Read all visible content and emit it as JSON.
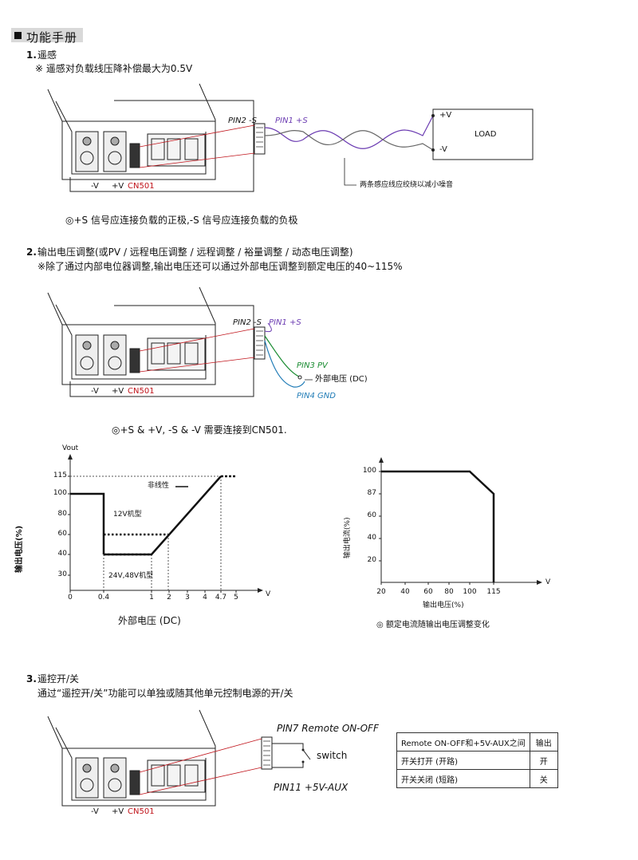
{
  "header": {
    "title": "功能手册"
  },
  "section1": {
    "title": "遥感",
    "number": "1.",
    "note": "※ 遥感对负载线压降补偿最大为0.5V",
    "pin2": "PIN2 -S",
    "pin1": "PIN1 +S",
    "load": "LOAD",
    "plus_v": "+V",
    "minus_v": "-V",
    "term_minus": "-V",
    "term_plus": "+V",
    "connector": "CN501",
    "twist_note": "两条感应线应绞绕以减小噪音",
    "footnote": "◎+S 信号应连接负载的正极,-S 信号应连接负载的负极"
  },
  "section2": {
    "number": "2.",
    "title": "输出电压调整(或PV / 远程电压调整 / 远程调整 / 裕量调整 / 动态电压调整)",
    "note": "※除了通过内部电位器调整,输出电压还可以通过外部电压调整到额定电压的40~115%",
    "pin2": "PIN2 -S",
    "pin1": "PIN1 +S",
    "pin3": "PIN3 PV",
    "pin4": "PIN4 GND",
    "ext_voltage": "外部电压 (DC)",
    "term_minus": "-V",
    "term_plus": "+V",
    "connector": "CN501",
    "footnote": "◎+S & +V, -S & -V 需要连接到CN501."
  },
  "chart_data": [
    {
      "type": "line",
      "ylabel": "输出电压(%)",
      "xlabel": "外部电压 (DC)",
      "y_axis_title": "Vout",
      "x_unit": "V",
      "x_ticks": [
        "0",
        "0.4",
        "1",
        "2",
        "3",
        "4",
        "4.7",
        "5"
      ],
      "y_ticks": [
        "115",
        "100",
        "80",
        "60",
        "40",
        "30"
      ],
      "annotations": {
        "nonlinear": "非线性",
        "model_12v": "12V机型",
        "model_24_48v": "24V,48V机型"
      },
      "series": [
        {
          "name": "12V机型",
          "x": [
            0,
            0.4,
            0.4,
            1.8,
            4.7,
            5
          ],
          "y": [
            100,
            100,
            60,
            60,
            115,
            115
          ]
        },
        {
          "name": "24V,48V机型",
          "x": [
            0,
            0.4,
            0.4,
            1,
            4.7,
            5
          ],
          "y": [
            100,
            100,
            40,
            40,
            115,
            115
          ]
        }
      ]
    },
    {
      "type": "line",
      "ylabel": "输出电流(%)",
      "xlabel": "输出电压(%)",
      "x_unit": "V",
      "x_ticks": [
        "20",
        "40",
        "60",
        "80",
        "100",
        "115"
      ],
      "y_ticks": [
        "100",
        "87",
        "60",
        "40",
        "20"
      ],
      "caption": "◎ 额定电流随输出电压调整变化",
      "series": [
        {
          "x": [
            20,
            100,
            115,
            115
          ],
          "y": [
            100,
            100,
            87,
            0
          ]
        }
      ]
    }
  ],
  "section3": {
    "number": "3.",
    "title": "遥控开/关",
    "desc": "通过“遥控开/关”功能可以单独或随其他单元控制电源的开/关",
    "pin7": "PIN7 Remote  ON-OFF",
    "pin11": "PIN11 +5V-AUX",
    "switch": "switch",
    "term_minus": "-V",
    "term_plus": "+V",
    "connector": "CN501",
    "table": {
      "header": [
        "Remote  ON-OFF和+5V-AUX之间",
        "输出"
      ],
      "rows": [
        [
          "开关打开 (开路)",
          "开"
        ],
        [
          "开关关闭 (短路)",
          "关"
        ]
      ]
    }
  },
  "colors": {
    "red": "#c0141b",
    "purple": "#6a3ab1",
    "green": "#168a2e",
    "blue": "#1f7bb6",
    "gray_header": "#d9d9d9"
  }
}
